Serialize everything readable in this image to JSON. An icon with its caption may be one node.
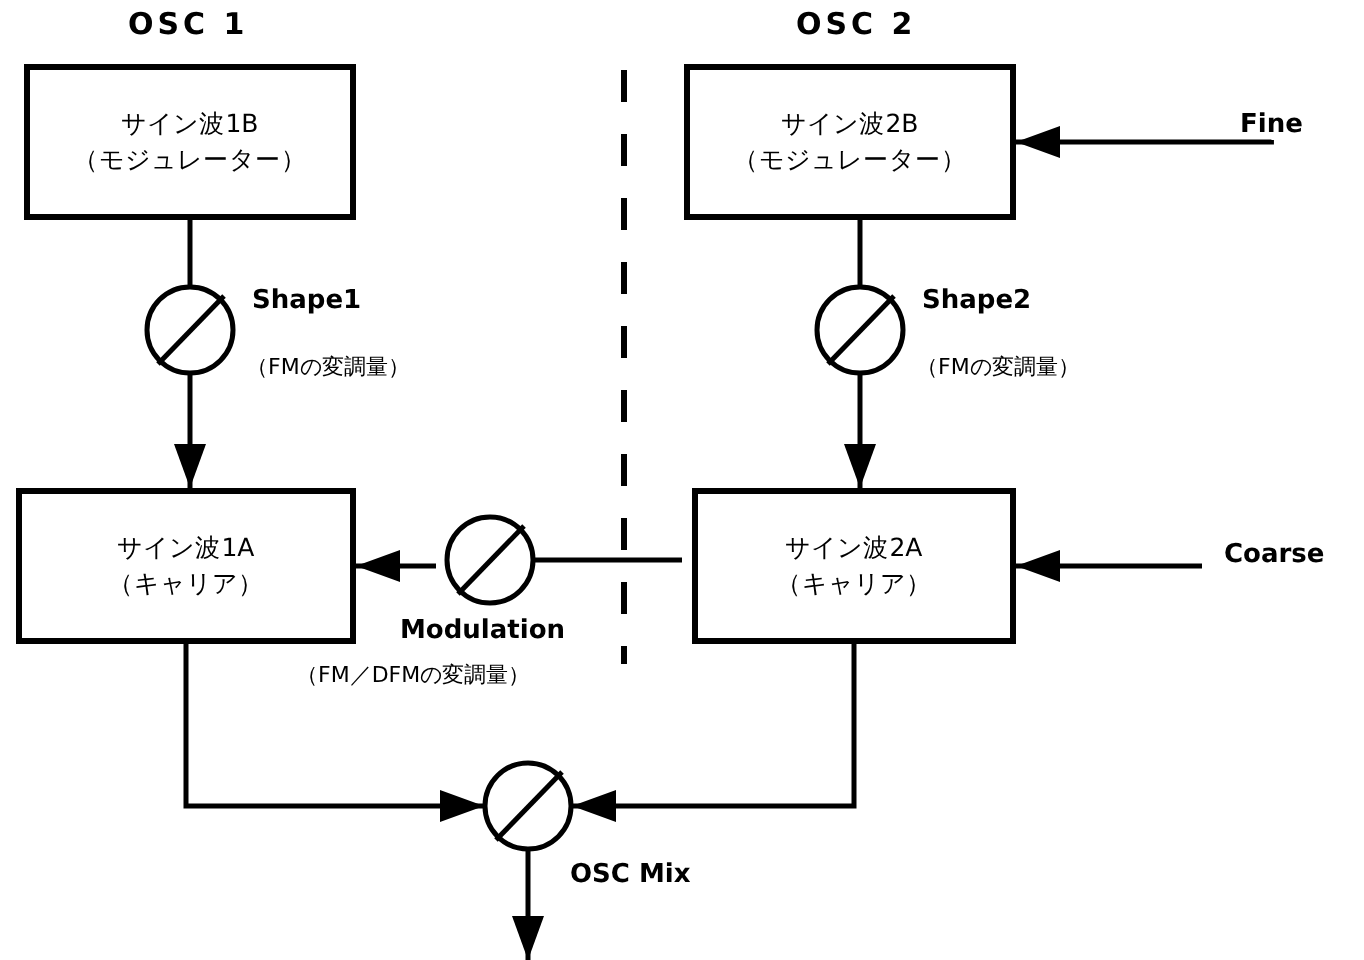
{
  "diagram": {
    "nodes": [
      {
        "text": [
          "サイン波1B",
          "（モジュレーター）"
        ]
      },
      {
        "text": [],
        "shape": "circle",
        "beside": [
          "Shape1",
          "（FMの変調量）"
        ]
      },
      {
        "text": [
          "サイン波1A",
          "（キャリア）"
        ]
      },
      {
        "text": [
          "サイン波2B",
          "（モジュレーター）"
        ]
      },
      {
        "text": [],
        "shape": "circle",
        "beside": [
          "Shape2",
          "（FMの変調量）"
        ]
      },
      {
        "text": [
          "サイン波2A",
          "（キャリア）"
        ]
      },
      {
        "text": [],
        "shape": "circle",
        "beside": [
          "Modulation",
          "（FM／DFMの変調量）"
        ]
      },
      {
        "text": [],
        "shape": "circle",
        "beside": [
          "OSC Mix"
        ]
      },
      {
        "text": [
          "Fine"
        ]
      },
      {
        "text": [
          "Coarse"
        ]
      }
    ],
    "edges": [
      {
        "from": 0,
        "to": 1,
        "arrow": "none"
      },
      {
        "from": 1,
        "to": 2,
        "arrow": "to"
      },
      {
        "from": 3,
        "to": 4,
        "arrow": "none"
      },
      {
        "from": 4,
        "to": 5,
        "arrow": "to"
      },
      {
        "from": 8,
        "to": 3,
        "arrow": "to"
      },
      {
        "from": 9,
        "to": 5,
        "arrow": "to"
      },
      {
        "from": 5,
        "to": 6,
        "arrow": "none"
      },
      {
        "from": 6,
        "to": 2,
        "arrow": "to"
      },
      {
        "from": 2,
        "to": 7,
        "arrow": "to"
      },
      {
        "from": 5,
        "to": 7,
        "arrow": "to"
      },
      {
        "from": 7,
        "to": null,
        "arrow": "to"
      }
    ],
    "labels": [
      "OSC 1",
      "OSC 2"
    ]
  }
}
